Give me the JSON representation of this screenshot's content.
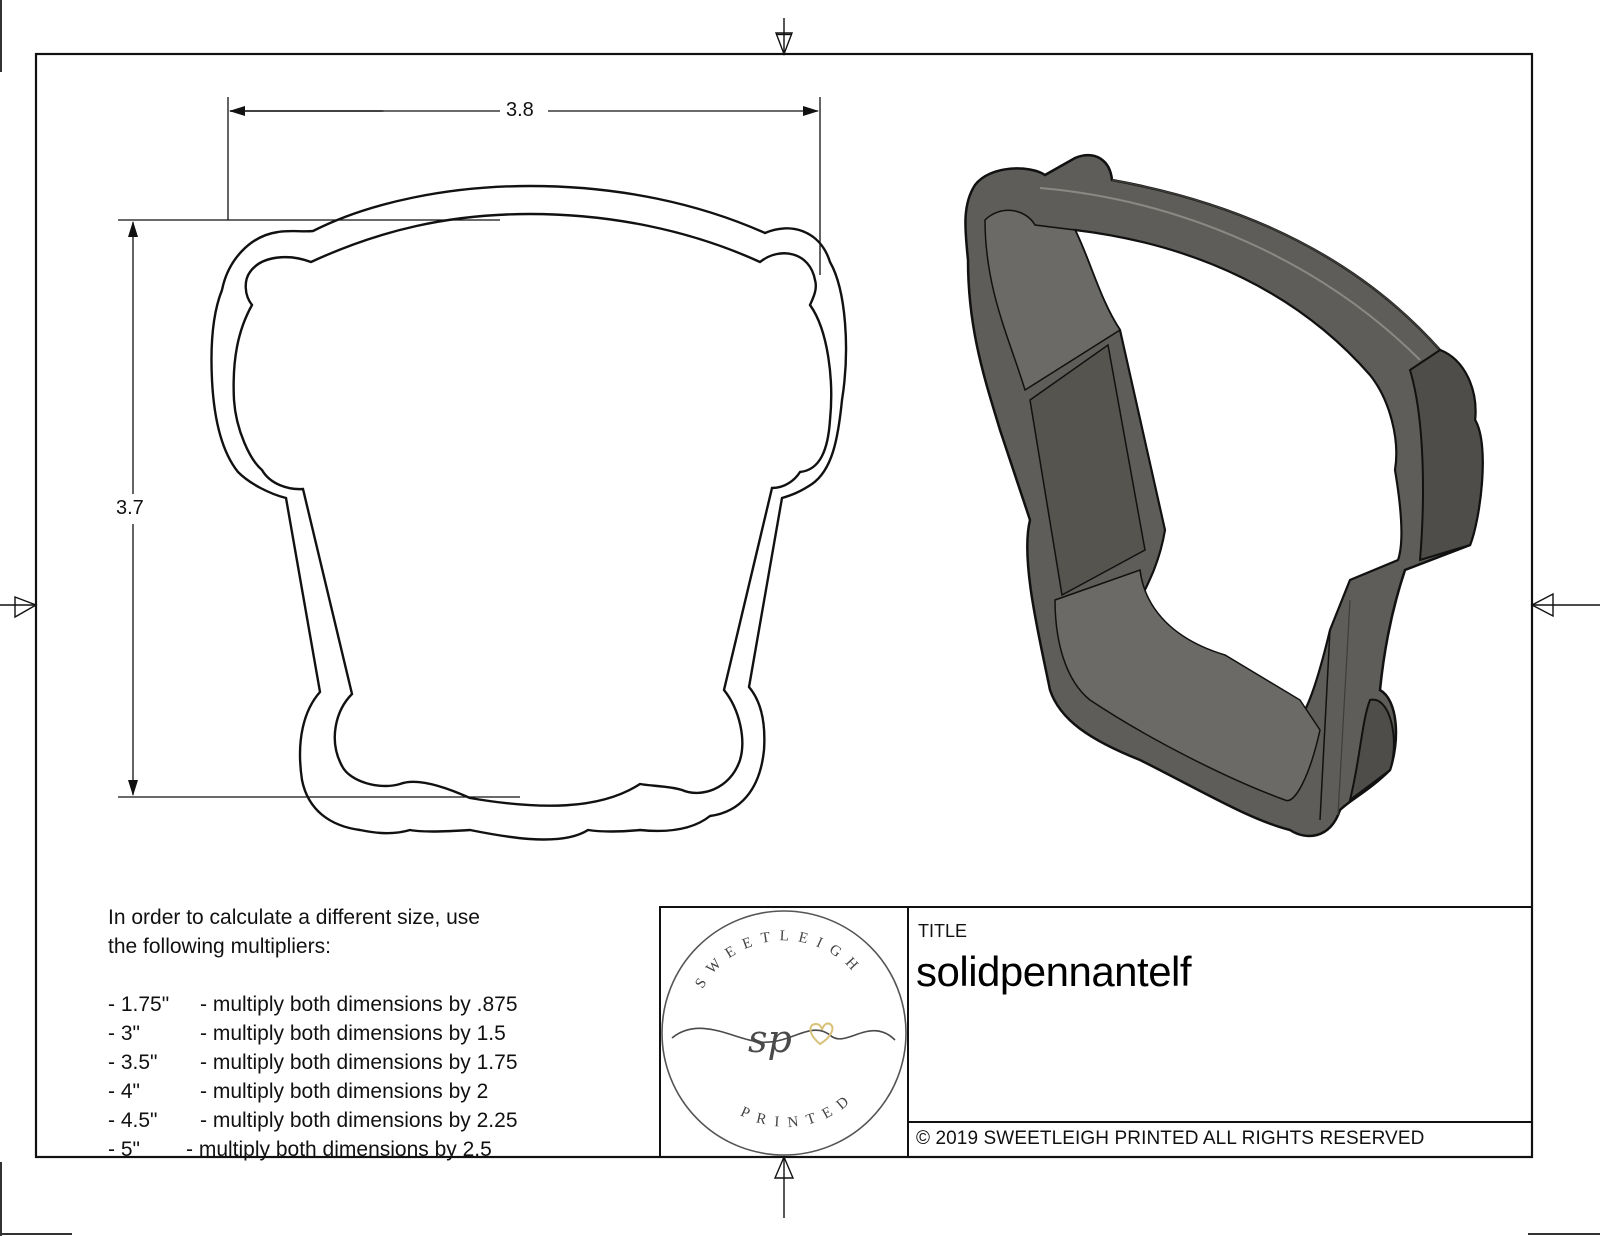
{
  "drawing": {
    "dimensions": {
      "width_label": "3.8",
      "height_label": "3.7"
    },
    "views": [
      {
        "name": "cutter-outline-2d",
        "description": "Top view outline of pennant elf cookie cutter"
      },
      {
        "name": "cutter-isometric-3d",
        "description": "Shaded 3D isometric render of cookie cutter",
        "color": "#5e5d59"
      }
    ],
    "registration_marks": [
      "top",
      "bottom",
      "left",
      "right"
    ]
  },
  "notes": {
    "intro_line1": "In order to calculate a different size, use",
    "intro_line2": "the following multipliers:",
    "multipliers": [
      {
        "size": "- 1.75\"",
        "text": "- multiply both dimensions by .875"
      },
      {
        "size": "- 3\"",
        "text": "- multiply both dimensions by 1.5"
      },
      {
        "size": "- 3.5\"",
        "text": "- multiply both dimensions by 1.75"
      },
      {
        "size": "- 4\"",
        "text": "- multiply both dimensions by 2"
      },
      {
        "size": "- 4.5\"",
        "text": "- multiply both dimensions by 2.25"
      },
      {
        "size": "- 5\"",
        "text": "- multiply both dimensions by 2.5"
      }
    ]
  },
  "title_block": {
    "logo": {
      "top_text": "SWEETLEIGH",
      "bottom_text": "PRINTED",
      "monogram": "sp",
      "heart_color": "#d8c27a",
      "ink_color": "#4a4a4a"
    },
    "title_label": "TITLE",
    "title_value": "solidpennantelf",
    "copyright": "© 2019  SWEETLEIGH PRINTED  ALL RIGHTS RESERVED"
  },
  "colors": {
    "line": "#111111",
    "part_fill": "#5e5d59",
    "part_highlight": "#8a8984",
    "part_shadow": "#3e3d3a"
  }
}
